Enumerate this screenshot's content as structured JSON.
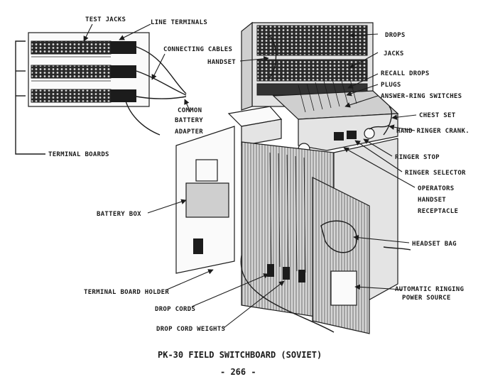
{
  "labels": {
    "test_jacks": "TEST JACKS",
    "line_terminals": "LINE TERMINALS",
    "connecting_cables": "CONNECTING CABLES",
    "terminal_boards": "TERMINAL BOARDS",
    "handset": "HANDSET",
    "common": "COMMON",
    "battery": "BATTERY",
    "adapter": "ADAPTER",
    "drops": "DROPS",
    "jacks": "JACKS",
    "recall_drops": "RECALL DROPS",
    "plugs": "PLUGS",
    "answer_ring_switches": "ANSWER-RING SWITCHES",
    "chest_set": "CHEST SET",
    "hand_ringer_crank": "HAND RINGER CRANK.",
    "ringer_stop": "RINGER STOP",
    "ringer_selector": "RINGER SELECTOR",
    "operators": "OPERATORS",
    "handset_2": "HANDSET",
    "receptacle": "RECEPTACLE",
    "battery_box": "BATTERY BOX",
    "headset_bag": "HEADSET BAG",
    "automatic_ringing": "AUTOMATIC RINGING",
    "power_source": "POWER SOURCE",
    "terminal_board_holder": "TERMINAL BOARD HOLDER",
    "drop_cords": "DROP CORDS",
    "drop_cord_weights": "DROP CORD WEIGHTS"
  },
  "caption": "PK-30 FIELD SWITCHBOARD (SOVIET)",
  "page_number": "- 266 -"
}
